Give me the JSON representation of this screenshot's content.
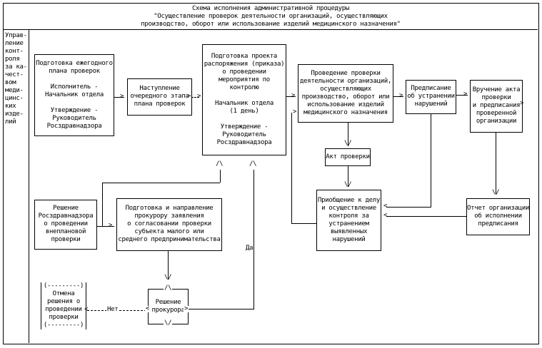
{
  "title": "Схема исполнения административной процедуры\n\"Осуществление проверок деятельности организаций, осуществляющих\nпроизводство, оборот или использование изделий медицинского назначения\"",
  "sidebar": {
    "department": "Управ-\nление\nконт-\nроля\nза ка-\nчест-\nвом\nмеди-\nцинс-\nких\nизде-\nлий"
  },
  "boxes": {
    "annual_plan": {
      "text": "Подготовка ежегодного\nплана проверок\n\nИсполнитель -\nНачальник отдела\n\nУтверждение -\nРуководитель\nРосздравнадзора"
    },
    "next_stage": {
      "text": "Наступление\nочередного этапа\nплана проверок"
    },
    "draft_order": {
      "text": "Подготовка проекта\nраспоряжения (приказа)\nо проведении\nмероприятия по\nконтролю\n\nНачальник отдела\n(1 день)\n\nУтверждение -\nРуководитель\nРосздравнадзора"
    },
    "inspection": {
      "text": "Проведение проверки\nдеятельности организаций,\nосуществляющих\nпроизводство, оборот или\nиспользование изделий\nмедицинского назначения"
    },
    "prescription": {
      "text": "Предписание\nоб устранении\nнарушений"
    },
    "act_handover": {
      "text": "Вручение акта\nпроверки\nи предписания\nпроверенной\nорганизации"
    },
    "inspection_act": {
      "text": "Акт проверки"
    },
    "case_control": {
      "text": "Приобщение к делу\nи осуществление\nконтроля за\nустранением\nвыявленных\nнарушений"
    },
    "org_report": {
      "text": "Отчет организации\nоб исполнении\nпредписания"
    },
    "unscheduled_decision": {
      "text": "Решение\nРосздравнадзора\nо проведении\nвнеплановой\nпроверки"
    },
    "prosecutor_request": {
      "text": "Подготовка и направление\nпрокурору заявления\nо согласовании проверки\nсубъекта малого или\nсреднего предпринимательства"
    },
    "cancel_decision": {
      "border_top": "(---------)",
      "text": "Отмена\nрешения о\nпроведении\nпроверки",
      "border_bottom": "(---------)"
    },
    "prosecutor_decision": {
      "text": "Решение\nпрокурора"
    }
  },
  "labels": {
    "yes": "Да",
    "no": "Нет"
  },
  "glyphs": {
    "right": ">",
    "left": "<",
    "up": "/\\",
    "down": "\\/"
  },
  "colors": {
    "line": "#000000",
    "background": "#ffffff"
  }
}
